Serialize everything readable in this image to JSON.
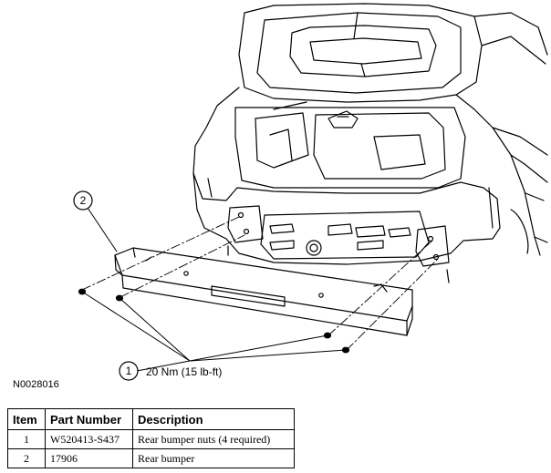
{
  "callouts": [
    {
      "number": "1",
      "text": "20 Nm (15 lb-ft)"
    },
    {
      "number": "2",
      "text": ""
    }
  ],
  "figure_id": "N0028016",
  "parts_table": {
    "headers": [
      "Item",
      "Part Number",
      "Description"
    ],
    "rows": [
      {
        "item": "1",
        "part_number": "W520413-S437",
        "description": "Rear bumper nuts (4 required)"
      },
      {
        "item": "2",
        "part_number": "17906",
        "description": "Rear bumper"
      }
    ]
  }
}
